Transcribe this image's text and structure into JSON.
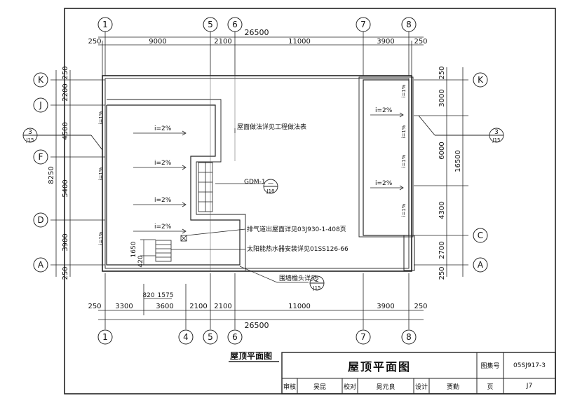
{
  "drawing": {
    "caption": "屋顶平面图",
    "overall_dim_top": "26500",
    "overall_dim_bottom": "26500",
    "top_dims": [
      "250",
      "9000",
      "2100",
      "11000",
      "3900",
      "250"
    ],
    "bottom_dims": [
      "250",
      "3300",
      "3600",
      "2100",
      "2100",
      "11000",
      "3900",
      "250"
    ],
    "small_dims": [
      "820",
      "1575"
    ],
    "left_dims": [
      "250",
      "2200",
      "4500",
      "5400",
      "3900",
      "250"
    ],
    "left_total": "8250",
    "right_dims": [
      "250",
      "3000",
      "6000",
      "4300",
      "2700",
      "250"
    ],
    "right_total": "16500",
    "local_dims": [
      "1650",
      "420"
    ],
    "axes_top": [
      "1",
      "5",
      "6",
      "7",
      "8"
    ],
    "axes_bottom": [
      "1",
      "4",
      "5",
      "6",
      "7",
      "8"
    ],
    "axes_left": [
      "K",
      "J",
      "F",
      "D",
      "A"
    ],
    "axes_right": [
      "K",
      "C",
      "A"
    ],
    "slopes": [
      "i=2%",
      "i=1%"
    ],
    "notes": {
      "roof": "屋面做法详见工程做法表",
      "gdm_code": "GDM-1",
      "exhaust": "排气道出屋面详见03J930-1-408页",
      "solar": "太阳能热水器安装详见01SS126-66",
      "parapet": "围墙檐头详见"
    },
    "detail_refs": {
      "left_num": "3",
      "left_sheet": "J15",
      "right_num": "3",
      "right_sheet": "J15",
      "gdm_num": "—",
      "gdm_sheet": "J18",
      "parapet_num": "2",
      "parapet_sheet": "J15"
    }
  },
  "title_block": {
    "title": "屋顶平面图",
    "atlas_label": "图集号",
    "atlas_no": "05SJ917-3",
    "review_label": "审核",
    "reviewer": "吴昆",
    "check_label": "校对",
    "checker": "晁元良",
    "design_label": "设计",
    "designer": "贾勤",
    "page_label": "页",
    "page_no": "J7"
  }
}
